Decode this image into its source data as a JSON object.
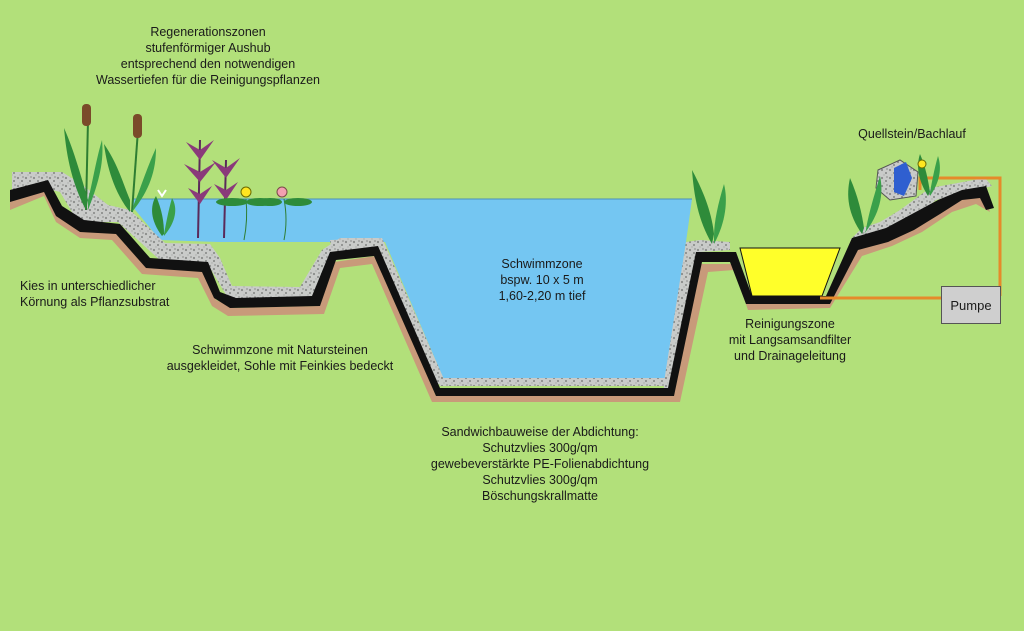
{
  "labels": {
    "regeneration": [
      "Regenerationszonen",
      "stufenförmiger Aushub",
      "entsprechend den notwendigen",
      "Wassertiefen für die Reinigungspflanzen"
    ],
    "quellstein": [
      "Quellstein/Bachlauf"
    ],
    "kies": [
      "Kies in unterschiedlicher",
      "Körnung als Pflanzsubstrat"
    ],
    "schwimmzone": [
      "Schwimmzone",
      "bspw. 10 x 5 m",
      "1,60-2,20 m tief"
    ],
    "natursteine": [
      "Schwimmzone mit Natursteinen",
      "ausgekleidet, Sohle mit Feinkies bedeckt"
    ],
    "reinigungszone": [
      "Reinigungszone",
      "mit Langsamsandfilter",
      "und Drainageleitung"
    ],
    "pumpe": "Pumpe",
    "sandwich": [
      "Sandwichbauweise der Abdichtung:",
      "Schutzvlies 300g/qm",
      "gewebeverstärkte PE-Folienabdichtung",
      "Schutzvlies 300g/qm",
      "Böschungskrallmatte"
    ]
  },
  "colors": {
    "background": "#b2e07a",
    "water": "#74c6f2",
    "liner": "#111111",
    "sand_layer": "#c89a7a",
    "gravel": "#c9cbc9",
    "filter_sand": "#ffff2a",
    "pipe": "#e58a2a",
    "pump": "#cfcfcf",
    "plant_green": "#2e8b3a",
    "reed_brown": "#7a4a2a",
    "purple_plant": "#8a3a7a"
  }
}
